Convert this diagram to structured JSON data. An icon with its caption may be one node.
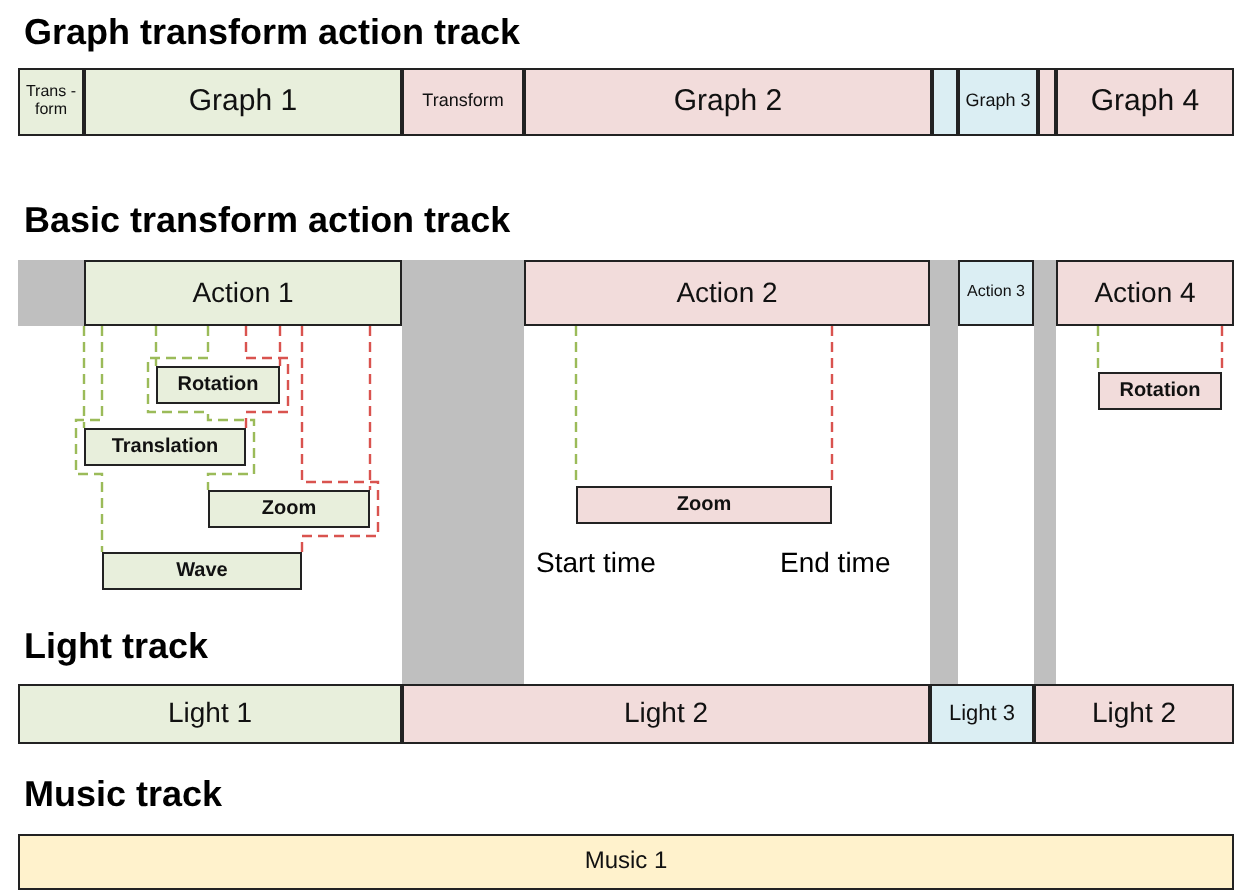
{
  "diagram": {
    "nodes": [
      {
        "text": [
          "Trans -form"
        ]
      },
      {
        "text": [
          "Graph 1"
        ]
      },
      {
        "text": [
          "Transform"
        ]
      },
      {
        "text": [
          "Graph 2"
        ]
      },
      {
        "text": [],
        "shape": "box"
      },
      {
        "text": [
          "Graph 3"
        ]
      },
      {
        "text": [],
        "shape": "box"
      },
      {
        "text": [
          "Graph 4"
        ]
      },
      {
        "text": [
          "Action 1"
        ]
      },
      {
        "text": [
          "Action 2"
        ]
      },
      {
        "text": [
          "Action 3"
        ]
      },
      {
        "text": [
          "Action 4"
        ]
      },
      {
        "text": [
          "Rotation"
        ]
      },
      {
        "text": [
          "Translation"
        ]
      },
      {
        "text": [
          "Zoom"
        ]
      },
      {
        "text": [
          "Wave"
        ]
      },
      {
        "text": [
          "Zoom"
        ]
      },
      {
        "text": [
          "Rotation"
        ]
      },
      {
        "text": [
          "Light 1"
        ]
      },
      {
        "text": [
          "Light 2"
        ]
      },
      {
        "text": [
          "Light 3"
        ]
      },
      {
        "text": [
          "Light 2"
        ]
      },
      {
        "text": [
          "Music 1"
        ]
      },
      {
        "text": [],
        "shape": "bar"
      },
      {
        "text": [],
        "shape": "bar"
      },
      {
        "text": [],
        "shape": "bar"
      },
      {
        "text": [],
        "shape": "bar"
      }
    ],
    "edges": [
      {
        "from": 8,
        "to": 12,
        "arrow": "none",
        "style": "dashed",
        "color": "#9bbb59"
      },
      {
        "from": 8,
        "to": 12,
        "arrow": "none",
        "style": "dashed",
        "color": "#d9534f"
      },
      {
        "from": 8,
        "to": 13,
        "arrow": "none",
        "style": "dashed",
        "color": "#9bbb59"
      },
      {
        "from": 8,
        "to": 13,
        "arrow": "none",
        "style": "dashed",
        "color": "#d9534f"
      },
      {
        "from": 8,
        "to": 14,
        "arrow": "none",
        "style": "dashed",
        "color": "#9bbb59"
      },
      {
        "from": 8,
        "to": 14,
        "arrow": "none",
        "style": "dashed",
        "color": "#d9534f"
      },
      {
        "from": 8,
        "to": 15,
        "arrow": "none",
        "style": "dashed",
        "color": "#9bbb59"
      },
      {
        "from": 8,
        "to": 15,
        "arrow": "none",
        "style": "dashed",
        "color": "#d9534f"
      },
      {
        "from": 9,
        "to": 16,
        "arrow": "none",
        "style": "dashed",
        "color": "#9bbb59"
      },
      {
        "from": 9,
        "to": 16,
        "arrow": "none",
        "style": "dashed",
        "color": "#d9534f"
      },
      {
        "from": 11,
        "to": 17,
        "arrow": "none",
        "style": "dashed",
        "color": "#9bbb59"
      },
      {
        "from": 11,
        "to": 17,
        "arrow": "none",
        "style": "dashed",
        "color": "#d9534f"
      }
    ],
    "labels": [
      "Graph transform action track",
      "Basic transform action track",
      "Start time",
      "End time",
      "Light track",
      "Music track"
    ]
  }
}
